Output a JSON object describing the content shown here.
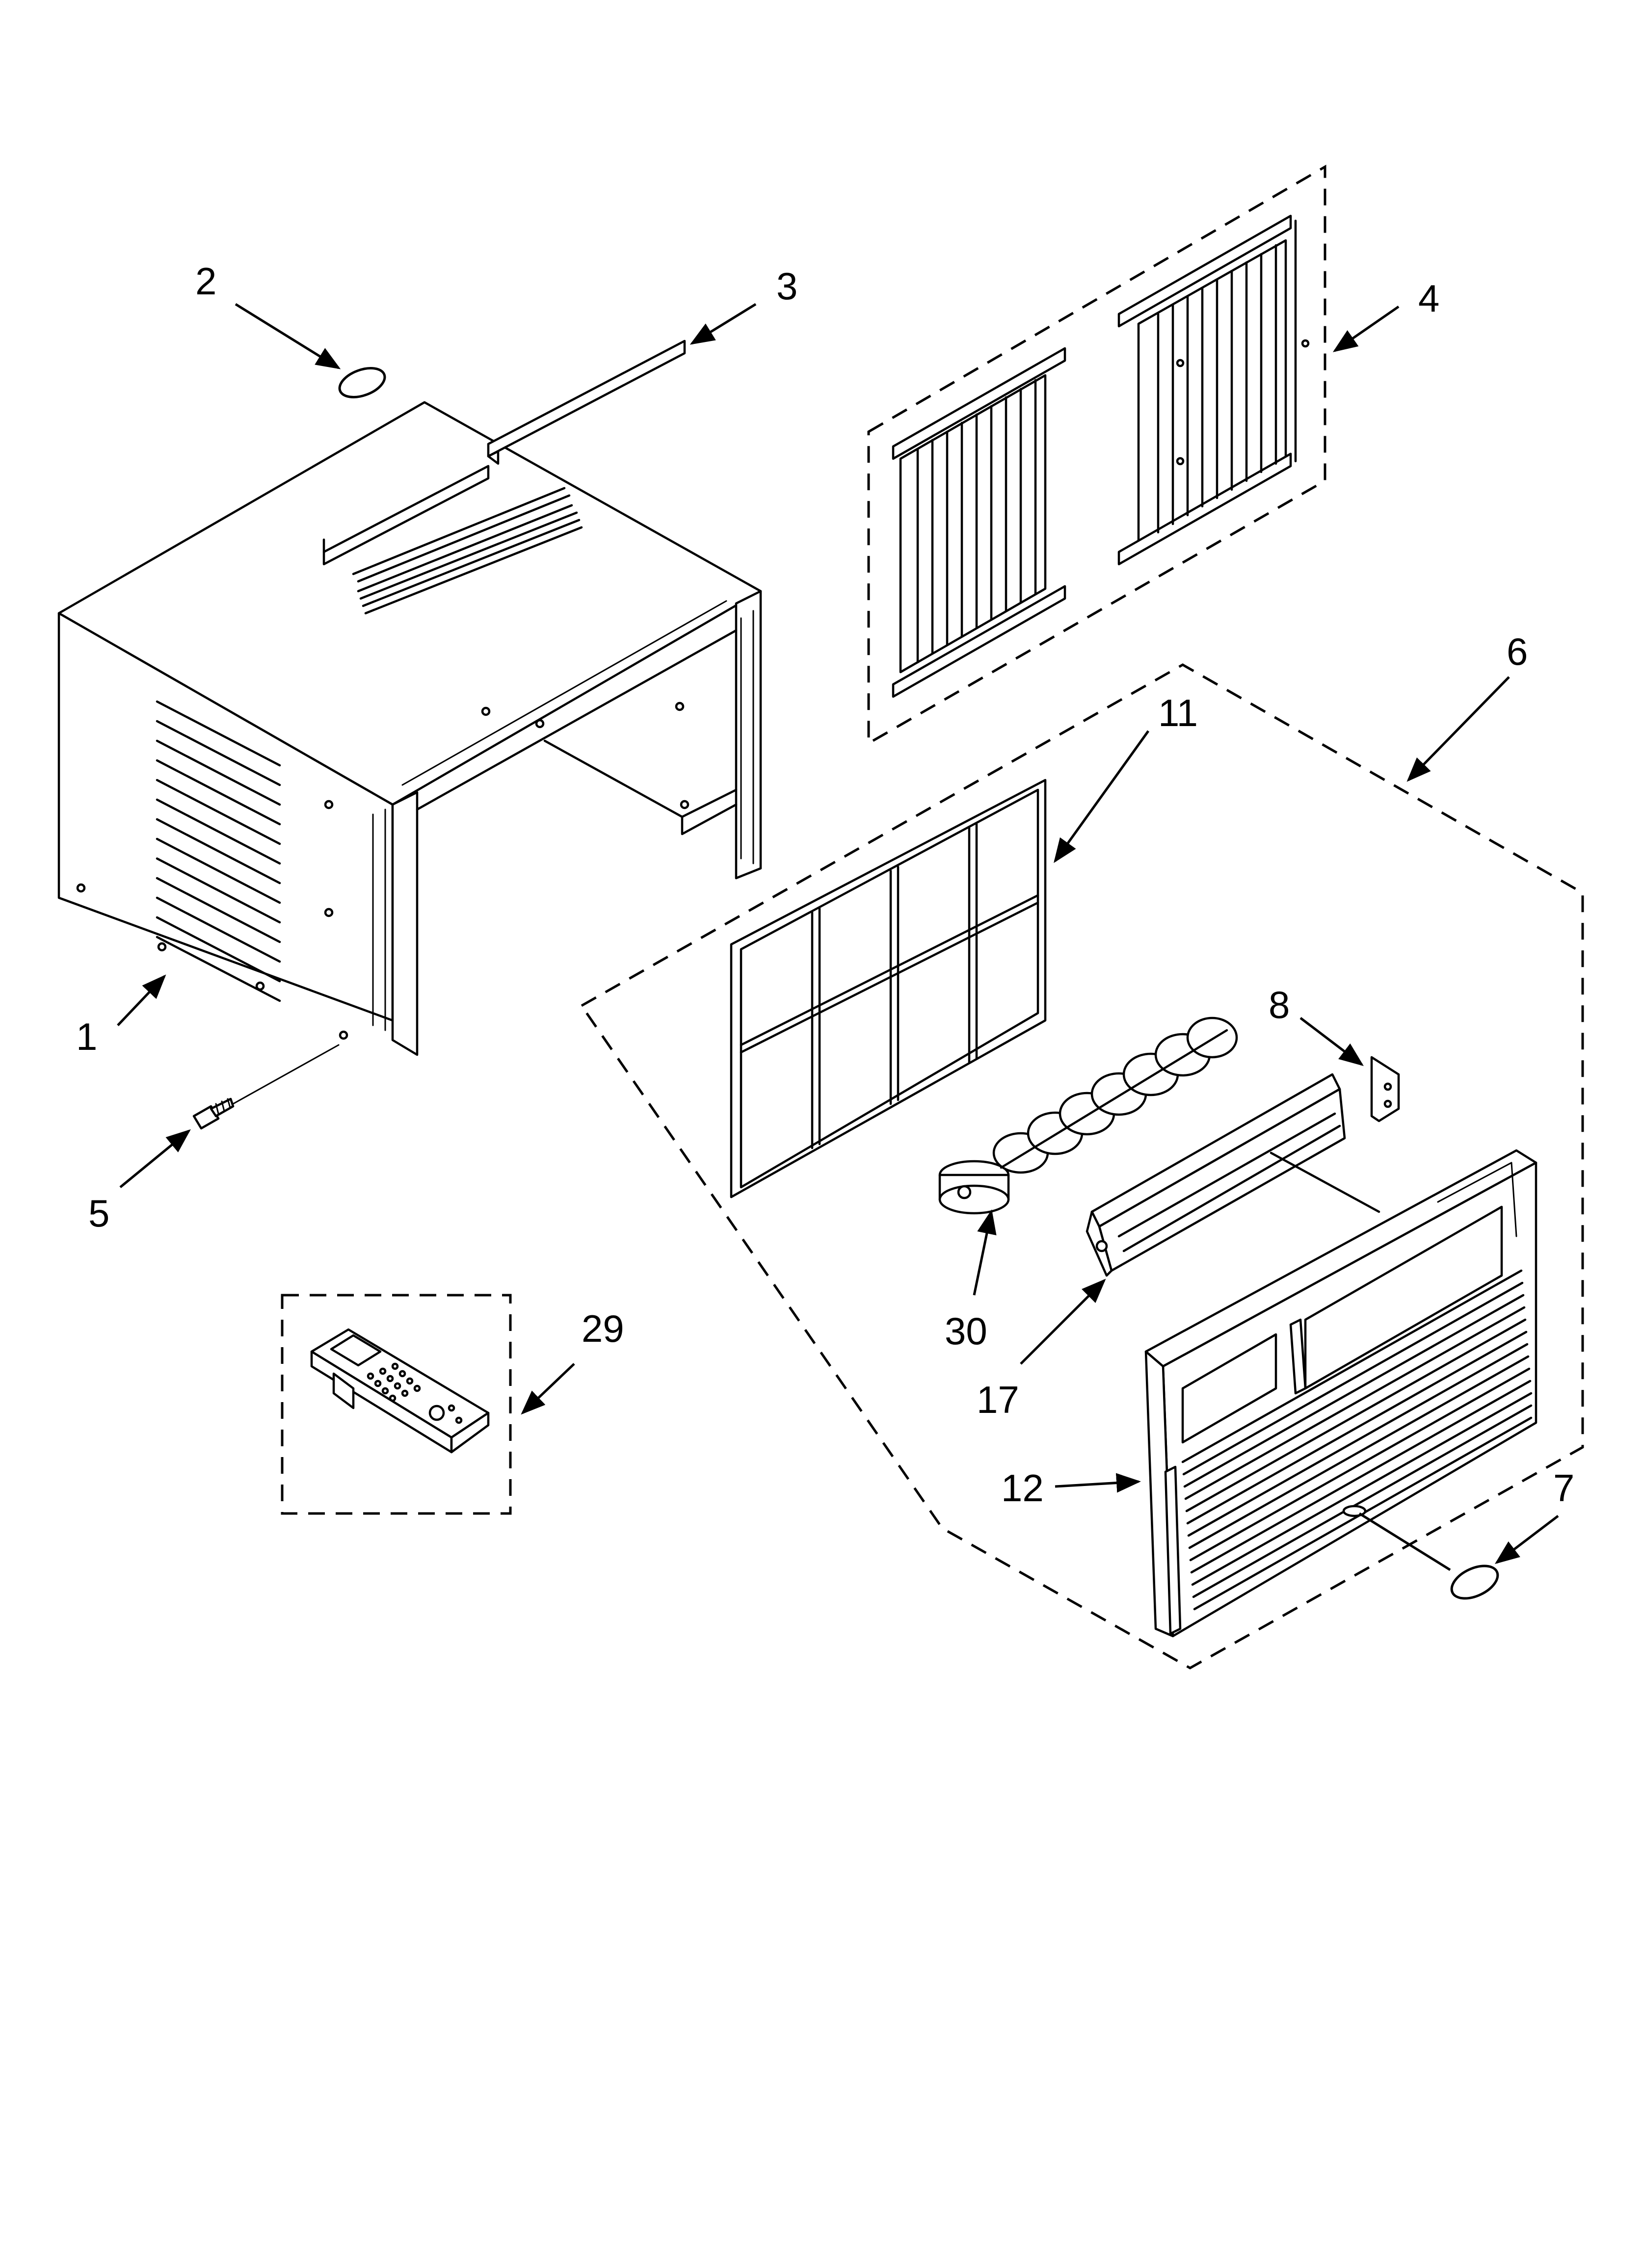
{
  "callouts": {
    "c1": "1",
    "c2": "2",
    "c3": "3",
    "c4": "4",
    "c5": "5",
    "c6": "6",
    "c7": "7",
    "c8": "8",
    "c11": "11",
    "c12": "12",
    "c17": "17",
    "c29": "29",
    "c30": "30"
  },
  "colors": {
    "line": "#000000",
    "background": "#ffffff"
  }
}
